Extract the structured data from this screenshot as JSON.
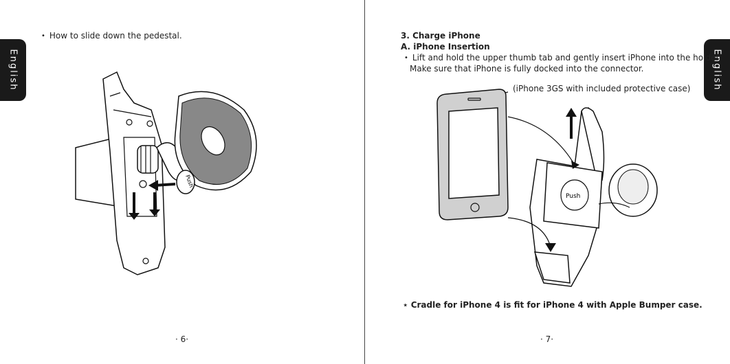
{
  "left": {
    "tab_label": "English",
    "bullet": "How to slide down the pedestal.",
    "push_label": "Push",
    "page_number": "6"
  },
  "right": {
    "tab_label": "English",
    "section_title": "3. Charge iPhone",
    "subsection_title": "A. iPhone Insertion",
    "instruction_line1": "Lift and hold the upper thumb tab and gently insert iPhone into the holder.",
    "instruction_line2": "Make sure that iPhone is fully docked into the connector.",
    "caption": "(iPhone 3GS with included protective case)",
    "push_label": "Push",
    "note_symbol": "⋆",
    "note": "Cradle for iPhone 4 is fit for iPhone 4 with Apple Bumper case.",
    "page_number": "7"
  }
}
